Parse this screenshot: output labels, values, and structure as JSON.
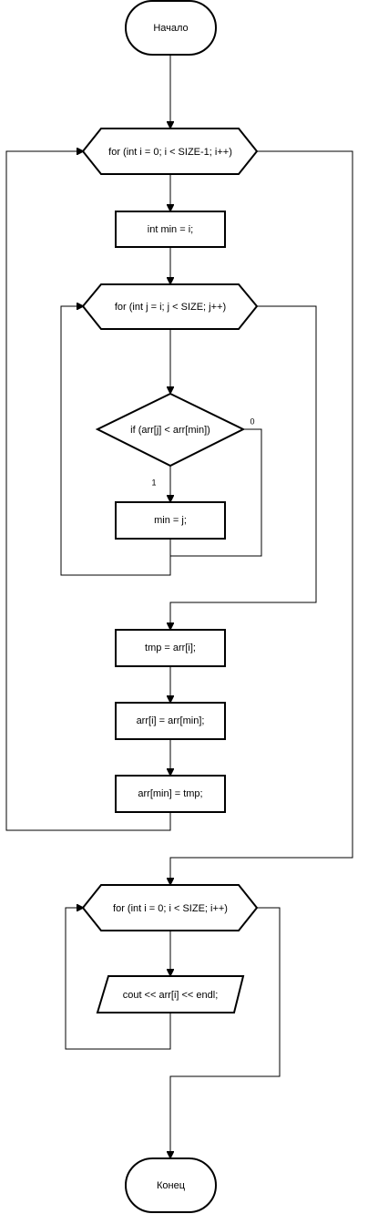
{
  "flowchart": {
    "start": "Начало",
    "outer_loop": "for (int i = 0; i < SIZE-1; i++)",
    "init_min": "int min = i;",
    "inner_loop": "for (int j = i; j < SIZE; j++)",
    "condition": "if (arr[j] < arr[min])",
    "update_min": "min = j;",
    "swap_tmp": "tmp = arr[i];",
    "swap_assign": "arr[i] = arr[min];",
    "swap_restore": "arr[min] = tmp;",
    "print_loop": "for (int i = 0; i < SIZE; i++)",
    "output": "cout << arr[i] << endl;",
    "end": "Конец",
    "branch_false": "0",
    "branch_true": "1"
  }
}
